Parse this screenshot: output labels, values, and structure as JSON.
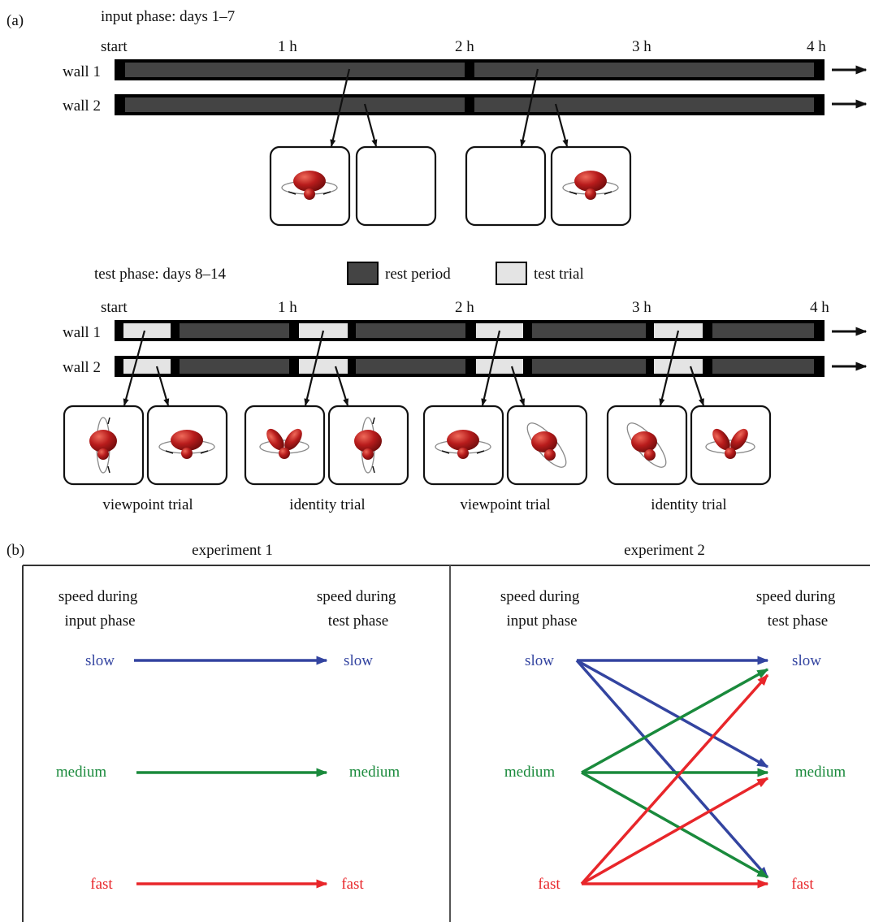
{
  "panel_a": {
    "label": "(a)",
    "input_phase": {
      "title": "input phase: days 1–7",
      "time_labels": [
        "start",
        "1 h",
        "2 h",
        "3 h",
        "4 h"
      ],
      "walls": [
        "wall 1",
        "wall 2"
      ]
    },
    "legend": {
      "rest_label": "rest period",
      "test_label": "test trial"
    },
    "test_phase": {
      "title": "test phase: days 8–14",
      "time_labels": [
        "start",
        "1 h",
        "2 h",
        "3 h",
        "4 h"
      ],
      "walls": [
        "wall 1",
        "wall 2"
      ],
      "trial_labels": [
        "viewpoint trial",
        "identity trial",
        "viewpoint trial",
        "identity trial"
      ]
    }
  },
  "panel_b": {
    "label": "(b)",
    "experiments": [
      {
        "title": "experiment 1",
        "input_header": [
          "speed during",
          "input phase"
        ],
        "test_header": [
          "speed during",
          "test phase"
        ],
        "speeds": [
          "slow",
          "medium",
          "fast"
        ]
      },
      {
        "title": "experiment 2",
        "input_header": [
          "speed during",
          "input phase"
        ],
        "test_header": [
          "speed during",
          "test phase"
        ],
        "speeds": [
          "slow",
          "medium",
          "fast"
        ]
      }
    ]
  },
  "colors": {
    "slow": "#3344a0",
    "medium": "#1a8a3c",
    "fast": "#e8262a",
    "rest": "#444444",
    "test": "#e4e4e4",
    "object": "#b01818"
  }
}
